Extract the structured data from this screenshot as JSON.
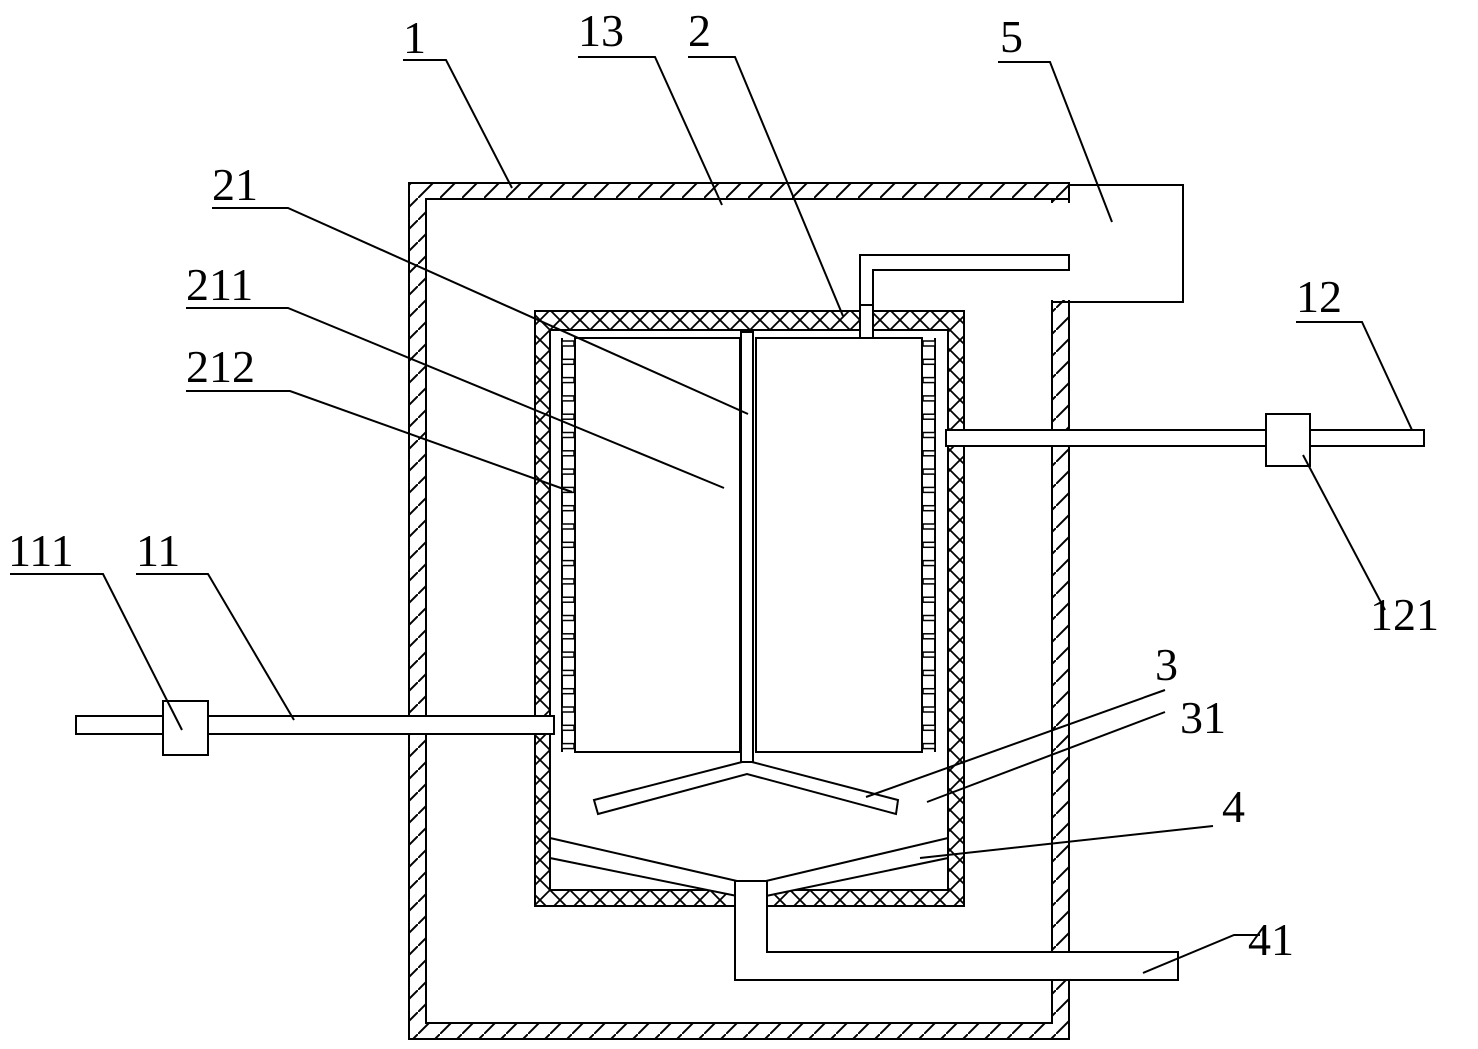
{
  "labels": {
    "l1": "1",
    "l13": "13",
    "l2": "2",
    "l5": "5",
    "l21": "21",
    "l211": "211",
    "l212": "212",
    "l12": "12",
    "l121": "121",
    "l111": "111",
    "l11": "11",
    "l3": "3",
    "l31": "31",
    "l4": "4",
    "l41": "41"
  }
}
